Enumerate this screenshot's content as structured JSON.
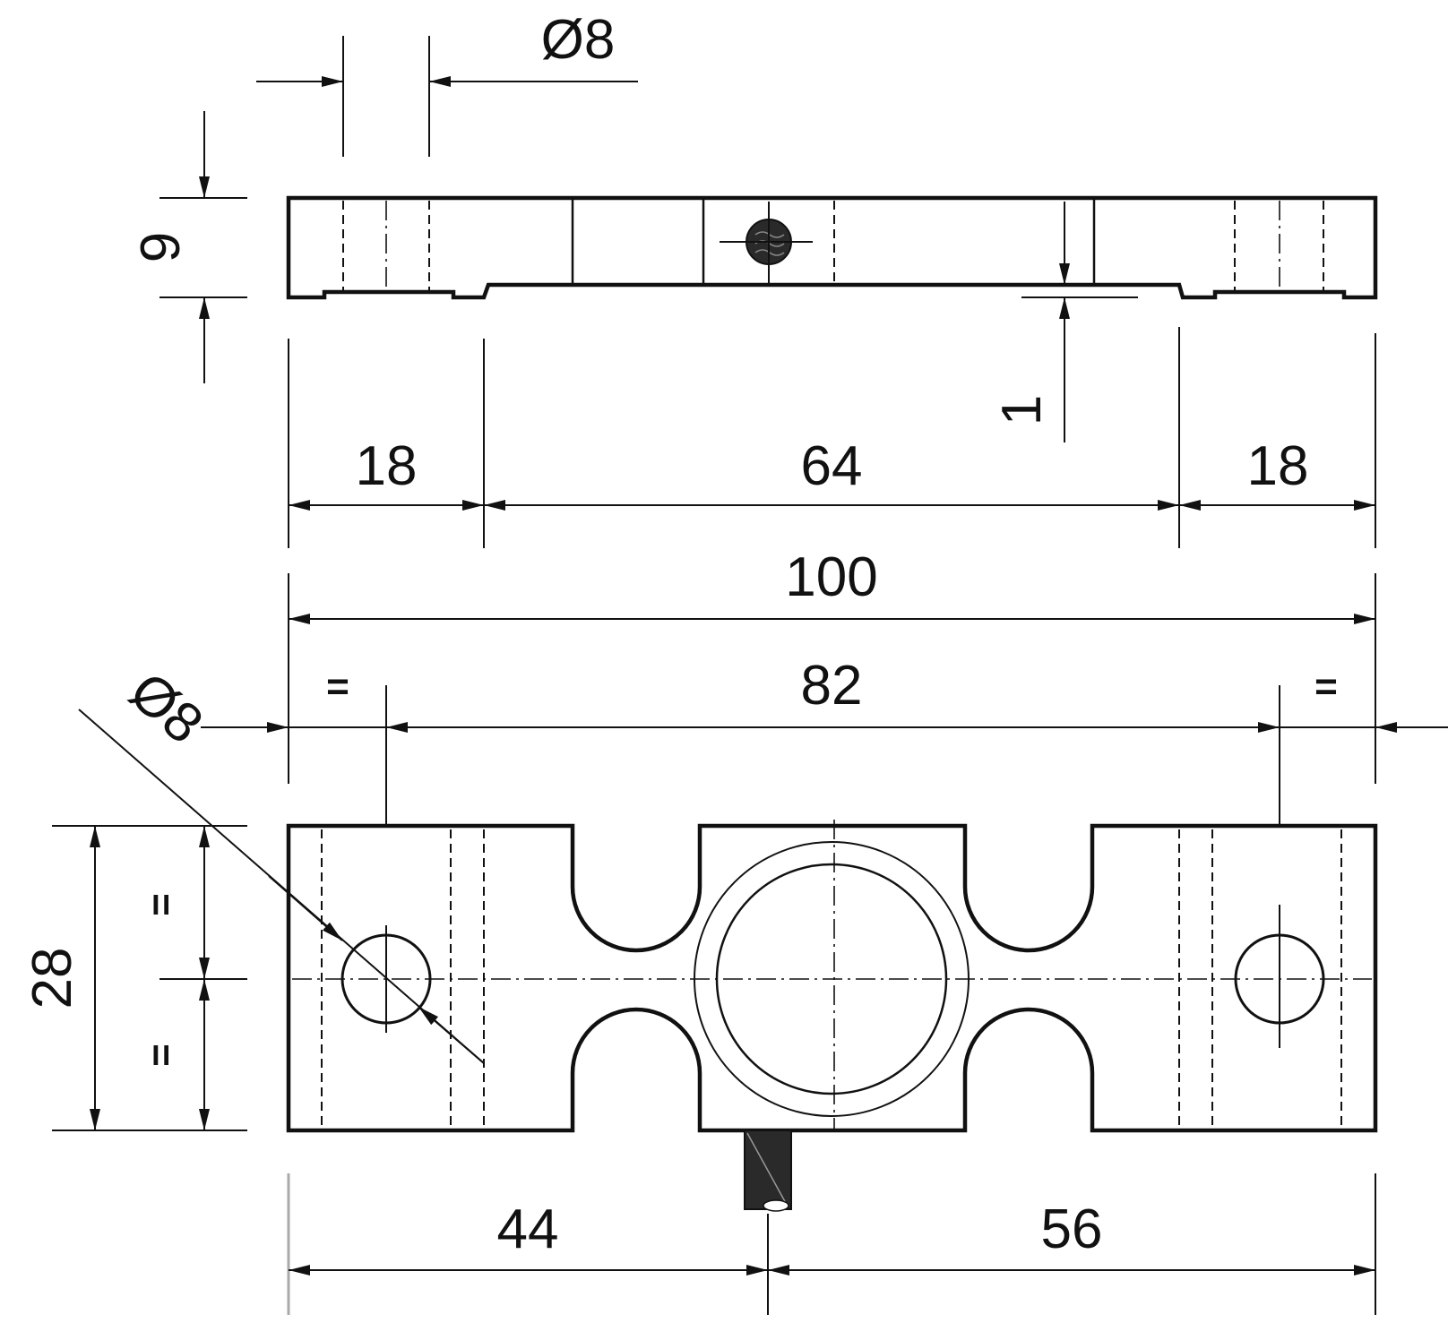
{
  "drawing": {
    "dimensions": {
      "hole_dia_top": "Ø8",
      "height": "9",
      "step": "1",
      "left_segment": "18",
      "mid_segment": "64",
      "right_segment": "18",
      "overall_length": "100",
      "hole_spacing": "82",
      "equal_left": "=",
      "equal_right": "=",
      "hole_dia_front": "Ø8",
      "width": "28",
      "equal_top": "=",
      "equal_bottom": "=",
      "to_cable": "44",
      "from_cable": "56"
    }
  }
}
